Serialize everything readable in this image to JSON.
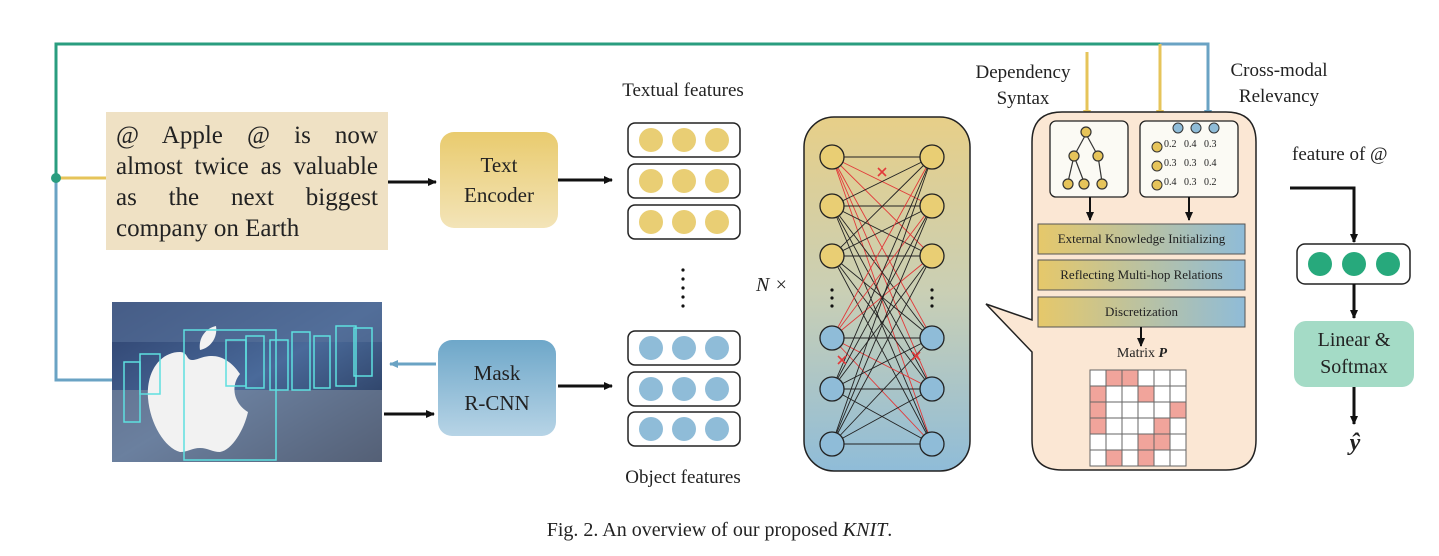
{
  "input_text": {
    "lines": [
      "@ Apple @ is now",
      "almost twice as valuable",
      "as the next biggest",
      "company on Earth"
    ]
  },
  "text_encoder": {
    "line1": "Text",
    "line2": "Encoder"
  },
  "mask_rcnn": {
    "line1": "Mask",
    "line2": "R-CNN"
  },
  "textual_features": "Textual features",
  "object_features": "Object features",
  "n_times": "N ×",
  "dependency_syntax": {
    "line1": "Dependency",
    "line2": "Syntax"
  },
  "cross_modal_relevancy": {
    "line1": "Cross-modal",
    "line2": "Relevancy"
  },
  "relevancy_matrix": [
    [
      "0.2",
      "0.4",
      "0.3"
    ],
    [
      "0.3",
      "0.3",
      "0.4"
    ],
    [
      "0.4",
      "0.3",
      "0.2"
    ]
  ],
  "steps": [
    "External Knowledge Initializing",
    "Reflecting Multi-hop Relations",
    "Discretization"
  ],
  "matrix_label": "Matrix P",
  "feature_of": "feature of @",
  "linear_softmax": {
    "line1": "Linear &",
    "line2": "Softmax"
  },
  "output": "ŷ",
  "caption": {
    "prefix": "Fig. 2.  An overview of our proposed ",
    "name": "KNIT",
    "suffix": "."
  },
  "colors": {
    "green_line": "#2a9d7f",
    "blue_line": "#6aa3c4",
    "yellow_line": "#e6c45a",
    "text_node": "#e9ce74",
    "object_node": "#8fbcd8",
    "output_node": "#27a97c",
    "input_bg": "#efe1c4",
    "panel_bg": "#fbe7d4",
    "matrix_pink": "#f1a49b"
  }
}
